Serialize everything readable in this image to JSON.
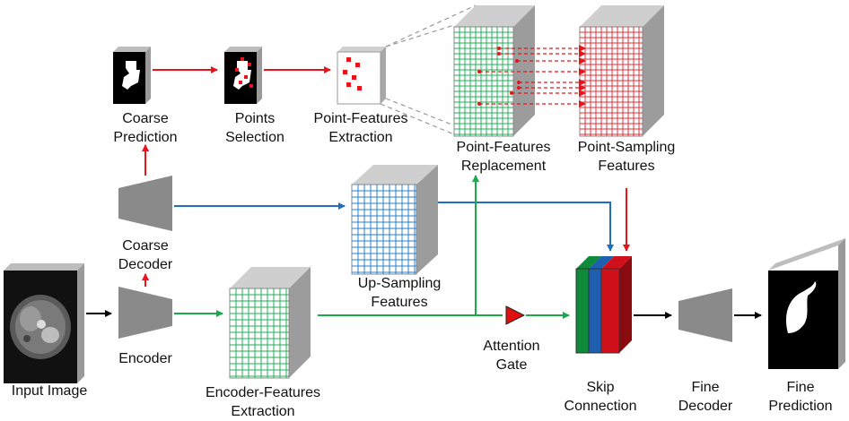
{
  "labels": {
    "coarse_prediction": [
      "Coarse",
      "Prediction"
    ],
    "points_selection": [
      "Points",
      "Selection"
    ],
    "point_features_extraction": [
      "Point-Features",
      "Extraction"
    ],
    "point_features_replacement": [
      "Point-Features",
      "Replacement"
    ],
    "point_sampling_features": [
      "Point-Sampling",
      "Features"
    ],
    "coarse_decoder": [
      "Coarse",
      "Decoder"
    ],
    "up_sampling_features": [
      "Up-Sampling",
      "Features"
    ],
    "input_image": [
      "Input Image"
    ],
    "encoder": [
      "Encoder"
    ],
    "encoder_features_extraction": [
      "Encoder-Features",
      "Extraction"
    ],
    "attention_gate": [
      "Attention",
      "Gate"
    ],
    "skip_connection": [
      "Skip",
      "Connection"
    ],
    "fine_decoder": [
      "Fine",
      "Decoder"
    ],
    "fine_prediction": [
      "Fine",
      "Prediction"
    ]
  },
  "colors": {
    "red_flow": "#e8141a",
    "blue_flow": "#1f6fba",
    "green_flow": "#1aaa4a",
    "black_flow": "#000000",
    "grid_green": "#22b05a",
    "grid_blue": "#2a7fd0",
    "grid_red": "#e0303a",
    "block_gray": "#8a8a8a",
    "skip_green": "#0f8a3a",
    "skip_blue": "#1f5fb0",
    "skip_red": "#d0101a",
    "gate_red": "#e01010"
  }
}
